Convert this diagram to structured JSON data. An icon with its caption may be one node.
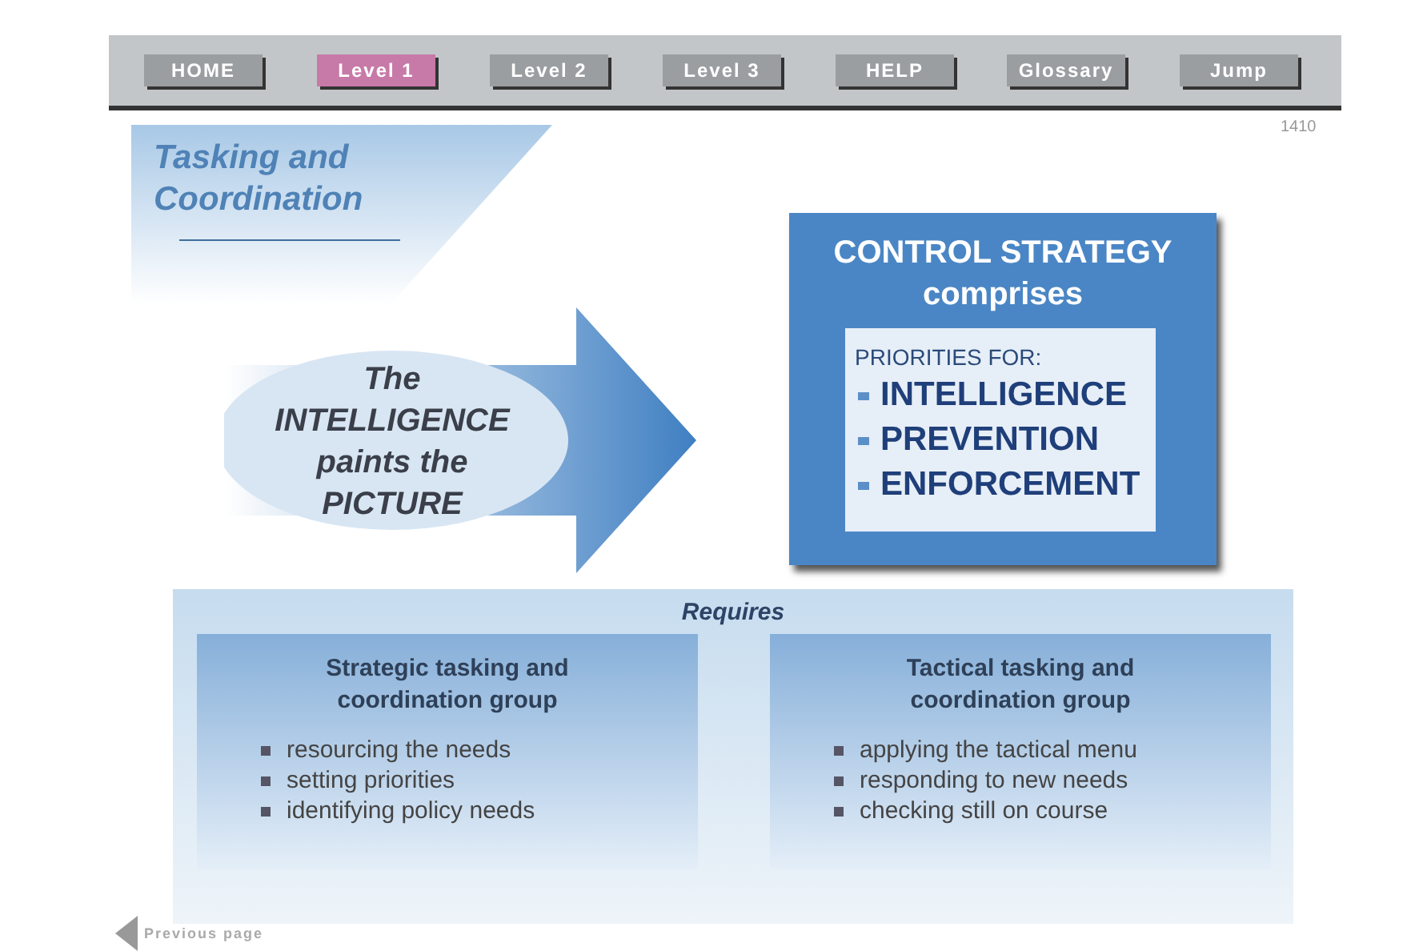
{
  "diagram": {
    "nodes": [
      {
        "text": [
          "Tasking and Coordination"
        ]
      },
      {
        "text": [
          "The INTELLIGENCE paints the PICTURE"
        ]
      },
      {
        "text": [
          "CONTROL STRATEGY comprises"
        ]
      },
      {
        "text": [
          "PRIORITIES FOR:",
          "INTELLIGENCE",
          "PREVENTION",
          "ENFORCEMENT"
        ],
        "in": 2
      },
      {
        "text": [
          "Requires"
        ]
      },
      {
        "text": [
          "Strategic tasking and coordination group",
          "resourcing the needs",
          "setting priorities",
          "identifying policy needs"
        ],
        "in": 4
      },
      {
        "text": [
          "Tactical tasking and coordination group",
          "applying the tactical menu",
          "responding to new needs",
          "checking still on course"
        ],
        "in": 4
      }
    ],
    "edges": [],
    "labels": [
      "HOME",
      "Level 1",
      "Level 2",
      "Level 3",
      "HELP",
      "Glossary",
      "Jump",
      "1410",
      "Previous page"
    ]
  }
}
